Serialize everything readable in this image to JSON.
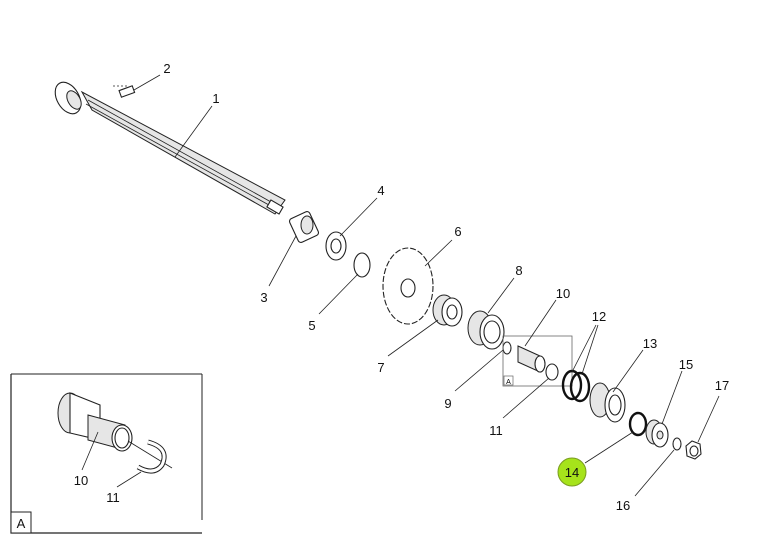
{
  "highlight_color": "#a6e31b",
  "callouts": [
    {
      "id": "1",
      "label": "1"
    },
    {
      "id": "2",
      "label": "2"
    },
    {
      "id": "3",
      "label": "3"
    },
    {
      "id": "4",
      "label": "4"
    },
    {
      "id": "5",
      "label": "5"
    },
    {
      "id": "6",
      "label": "6"
    },
    {
      "id": "7",
      "label": "7"
    },
    {
      "id": "8",
      "label": "8"
    },
    {
      "id": "9",
      "label": "9"
    },
    {
      "id": "10",
      "label": "10"
    },
    {
      "id": "11",
      "label": "11"
    },
    {
      "id": "12",
      "label": "12"
    },
    {
      "id": "13",
      "label": "13"
    },
    {
      "id": "14",
      "label": "14",
      "highlighted": true
    },
    {
      "id": "15",
      "label": "15"
    },
    {
      "id": "16",
      "label": "16"
    },
    {
      "id": "17",
      "label": "17"
    }
  ],
  "detail_ref_label": "A",
  "inset": {
    "label": "A",
    "callouts": [
      {
        "label": "10"
      },
      {
        "label": "11"
      }
    ]
  }
}
